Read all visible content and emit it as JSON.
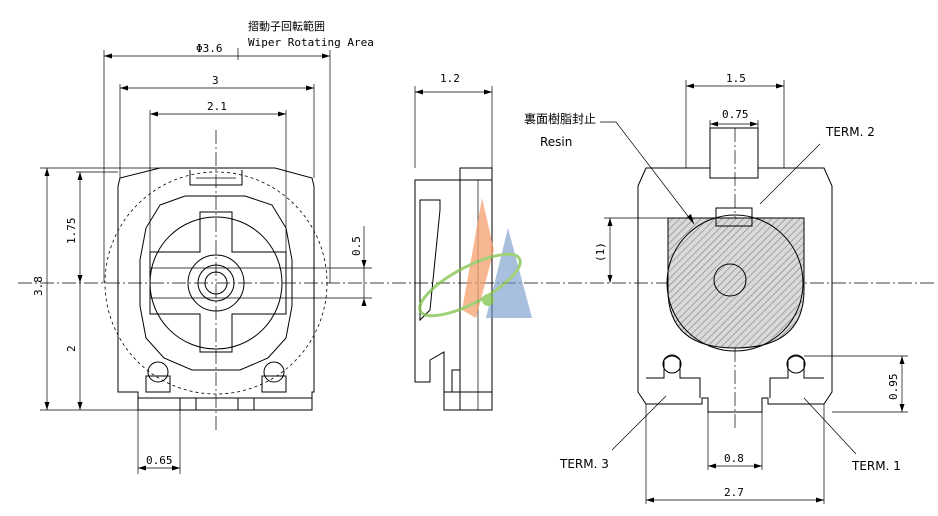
{
  "labels": {
    "wiper_area_jp": "摺動子回転範囲",
    "wiper_area_en": "Wiper Rotating Area",
    "resin_jp": "裏面樹脂封止",
    "resin_en": "Resin",
    "term1": "TERM. 1",
    "term2": "TERM. 2",
    "term3": "TERM. 3"
  },
  "dimensions": {
    "phi": "Φ3.6",
    "width_3": "3",
    "width_2_1": "2.1",
    "height_3_8": "3.8",
    "height_1_75": "1.75",
    "height_2": "2",
    "offset_0_5": "0.5",
    "term_0_65": "0.65",
    "thickness_1_2": "1.2",
    "back_1_5": "1.5",
    "back_0_75": "0.75",
    "back_1_paren": "(1)",
    "back_0_95": "0.95",
    "back_0_8": "0.8",
    "back_2_7": "2.7"
  },
  "colors": {
    "line": "#000000",
    "resin_fill": "#d9d9d9",
    "logo_orange": "#f5a06e",
    "logo_blue": "#6f95c8",
    "logo_green": "#7fc24a"
  }
}
